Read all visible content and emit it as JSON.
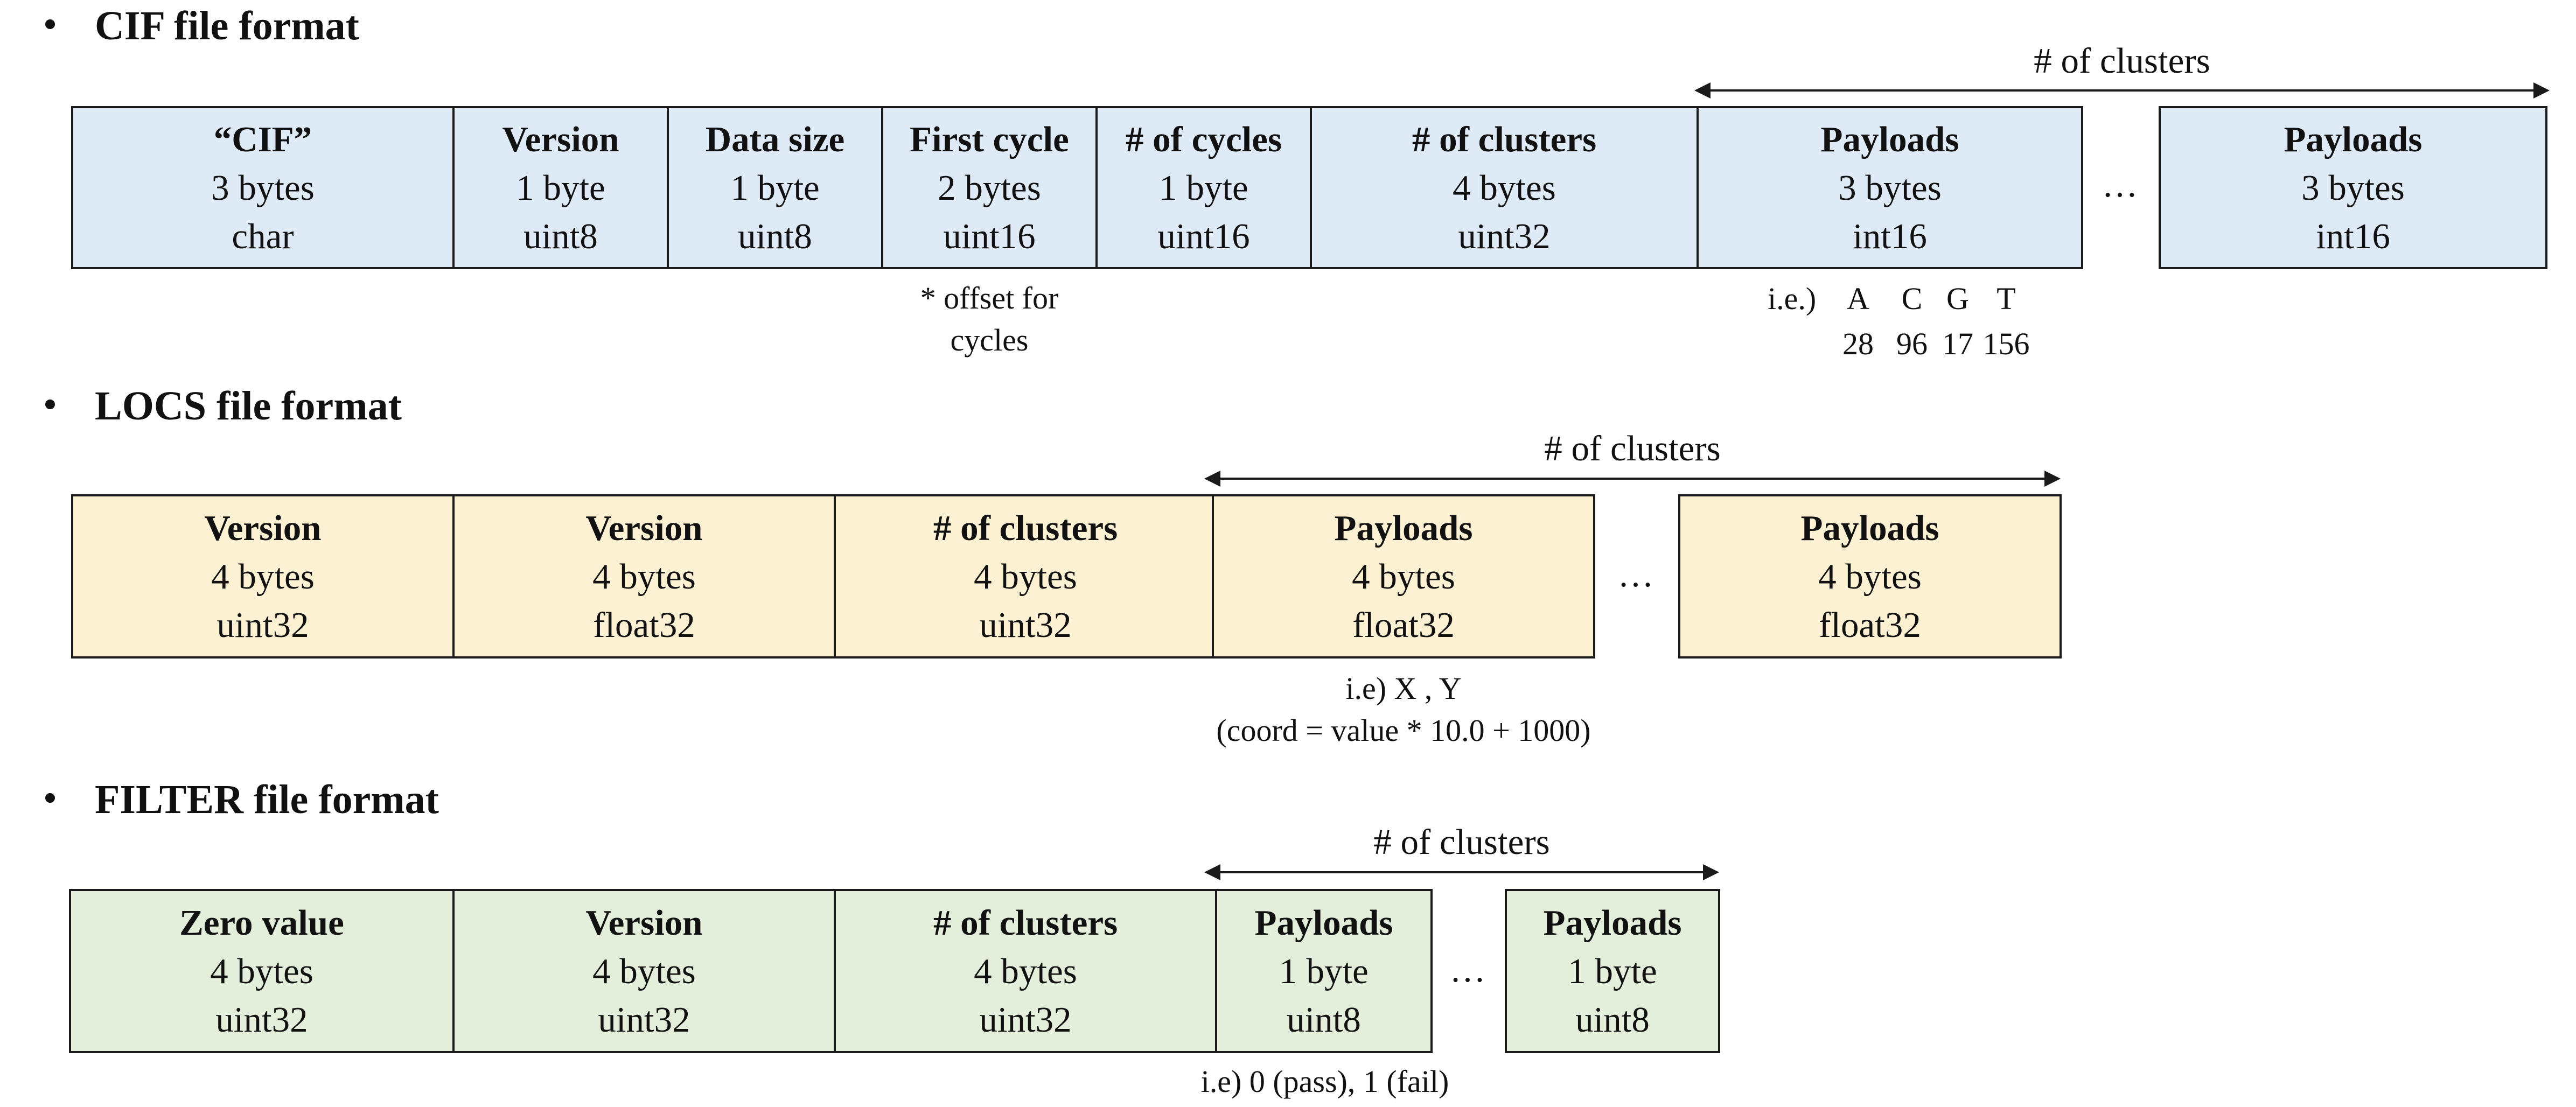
{
  "sections": {
    "cif": {
      "heading": "CIF file format",
      "blocks": [
        {
          "title": "“CIF”",
          "size": "3 bytes",
          "dtype": "char"
        },
        {
          "title": "Version",
          "size": "1 byte",
          "dtype": "uint8"
        },
        {
          "title": "Data size",
          "size": "1 byte",
          "dtype": "uint8"
        },
        {
          "title": "First cycle",
          "size": "2 bytes",
          "dtype": "uint16"
        },
        {
          "title": "# of cycles",
          "size": "1 byte",
          "dtype": "uint16"
        },
        {
          "title": "# of clusters",
          "size": "4 bytes",
          "dtype": "uint32"
        },
        {
          "title": "Payloads",
          "size": "3 bytes",
          "dtype": "int16"
        },
        {
          "title": "Payloads",
          "size": "3 bytes",
          "dtype": "int16"
        }
      ],
      "ellipsis": "…",
      "span_label": "# of clusters",
      "note_first_cycle": [
        "* offset for",
        "cycles"
      ],
      "payload_example": {
        "prefix": "i.e.)",
        "bases": [
          "A",
          "C",
          "G",
          "T"
        ],
        "values": [
          "28",
          "96",
          "17",
          "156"
        ]
      }
    },
    "locs": {
      "heading": "LOCS file format",
      "blocks": [
        {
          "title": "Version",
          "size": "4 bytes",
          "dtype": "uint32"
        },
        {
          "title": "Version",
          "size": "4 bytes",
          "dtype": "float32"
        },
        {
          "title": "# of clusters",
          "size": "4 bytes",
          "dtype": "uint32"
        },
        {
          "title": "Payloads",
          "size": "4 bytes",
          "dtype": "float32"
        },
        {
          "title": "Payloads",
          "size": "4 bytes",
          "dtype": "float32"
        }
      ],
      "ellipsis": "…",
      "span_label": "# of clusters",
      "note": [
        "i.e) X , Y",
        "(coord = value * 10.0 + 1000)"
      ]
    },
    "filter": {
      "heading": "FILTER file format",
      "blocks": [
        {
          "title": "Zero value",
          "size": "4 bytes",
          "dtype": "uint32"
        },
        {
          "title": "Version",
          "size": "4 bytes",
          "dtype": "uint32"
        },
        {
          "title": "# of clusters",
          "size": "4 bytes",
          "dtype": "uint32"
        },
        {
          "title": "Payloads",
          "size": "1 byte",
          "dtype": "uint8"
        },
        {
          "title": "Payloads",
          "size": "1 byte",
          "dtype": "uint8"
        }
      ],
      "ellipsis": "…",
      "span_label": "# of clusters",
      "note": "i.e) 0 (pass), 1 (fail)"
    }
  },
  "colors": {
    "cif_fill": "#deeaf6",
    "locs_fill": "#fdf1d3",
    "filter_fill": "#e3efda",
    "border": "#1a1a1a"
  }
}
